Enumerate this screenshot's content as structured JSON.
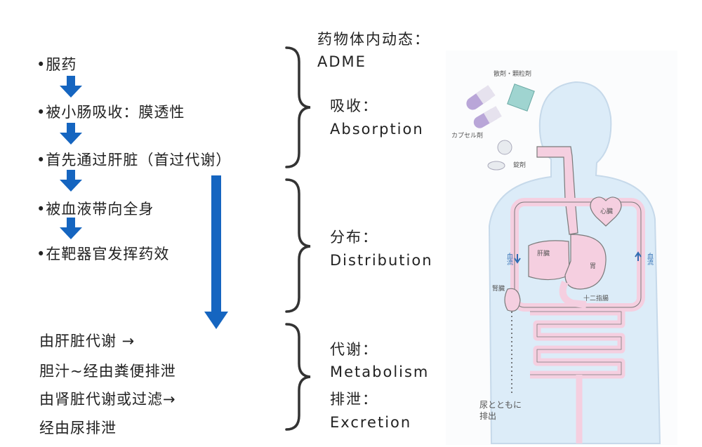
{
  "steps": [
    "•服药",
    "•被小肠吸收：膜透性",
    "•首先通过肝脏（首过代谢）",
    "•被血液带向全身",
    "•在靶器官发挥药效"
  ],
  "bottom_lines": [
    "由肝脏代谢 →",
    "胆汁~经由粪便排泄",
    "由肾脏代谢或过滤→",
    "经由尿排泄"
  ],
  "adme": {
    "heading_cn": "药物体内动态：",
    "heading_en": "ADME",
    "absorption_cn": "吸收：",
    "absorption_en": "Absorption",
    "distribution_cn": "分布：",
    "distribution_en": "Distribution",
    "metabolism_cn": "代谢：",
    "metabolism_en": "Metabolism",
    "excretion_cn": "排泄：",
    "excretion_en": "Excretion"
  },
  "illustration": {
    "powder_label": "散剤・顆粒剤",
    "capsule_label": "カプセル剤",
    "tablet_label": "錠剤",
    "heart_label": "心臓",
    "liver_label": "肝臓",
    "stomach_label": "胃",
    "duodenum_label": "十二指腸",
    "kidney_label": "腎臓",
    "blood_left_label": "血流",
    "blood_right_label": "血流",
    "urine_line1": "尿とともに",
    "urine_line2": "排出"
  },
  "colors": {
    "arrow_blue": "#1565c0",
    "body_blue": "#dcecf8",
    "organ_pink": "#f5cfe0",
    "outline_gray": "#7a7a7a"
  }
}
